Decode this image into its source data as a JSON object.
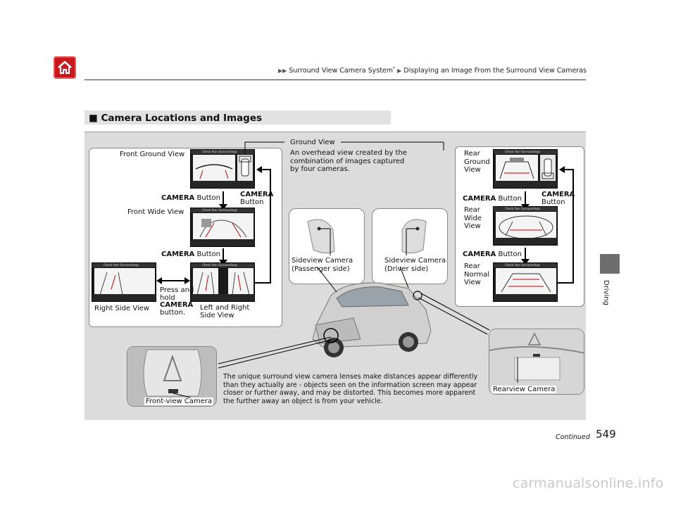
{
  "header": {
    "breadcrumb_1": "Surround View Camera System",
    "breadcrumb_star": "*",
    "breadcrumb_2": "Displaying an Image From the Surround View Cameras"
  },
  "section": {
    "title": "Camera Locations and Images"
  },
  "side_tab": {
    "label": "Driving"
  },
  "front_panel": {
    "front_ground_view": "Front Ground View",
    "camera_word": "CAMERA",
    "button_word": "Button",
    "front_wide_view": "Front Wide View",
    "right_side_view": "Right Side View",
    "press_hold_1": "Press and",
    "press_hold_2": "hold",
    "press_hold_3": "CAMERA",
    "press_hold_4": "button.",
    "left_right_1": "Left and Right",
    "left_right_2": "Side View"
  },
  "ground_view": {
    "title": "Ground View",
    "desc_1": "An overhead view created by the",
    "desc_2": "combination of images captured",
    "desc_3": "by four cameras."
  },
  "rear_panel": {
    "rear_ground_1": "Rear",
    "rear_ground_2": "Ground",
    "rear_ground_3": "View",
    "rear_wide_1": "Rear",
    "rear_wide_2": "Wide",
    "rear_wide_3": "View",
    "rear_normal_1": "Rear",
    "rear_normal_2": "Normal",
    "rear_normal_3": "View"
  },
  "screen": {
    "banner": "Check Your Surroundings"
  },
  "sideview": {
    "passenger_1": "Sideview Camera",
    "passenger_2": "(Passenger side)",
    "driver_1": "Sideview Camera",
    "driver_2": "(Driver side)"
  },
  "cameras": {
    "front_view": "Front-view Camera",
    "rearview": "Rearview Camera"
  },
  "note": "The unique surround view camera lenses make distances appear differently than they actually are - objects seen on the information screen may appear closer or further away, and may be distorted. This becomes more apparent the further away an object is from your vehicle.",
  "footer": {
    "continued": "Continued",
    "page_number": "549",
    "watermark": "carmanualsonline.info"
  },
  "colors": {
    "home_red": "#c8181c",
    "figure_bg": "#dcdcdc",
    "side_tab_gray": "#6e6e6e"
  },
  "icons": {
    "home": "home-icon",
    "breadcrumb": "double-triangle-icon",
    "section": "square-bullet-icon"
  }
}
